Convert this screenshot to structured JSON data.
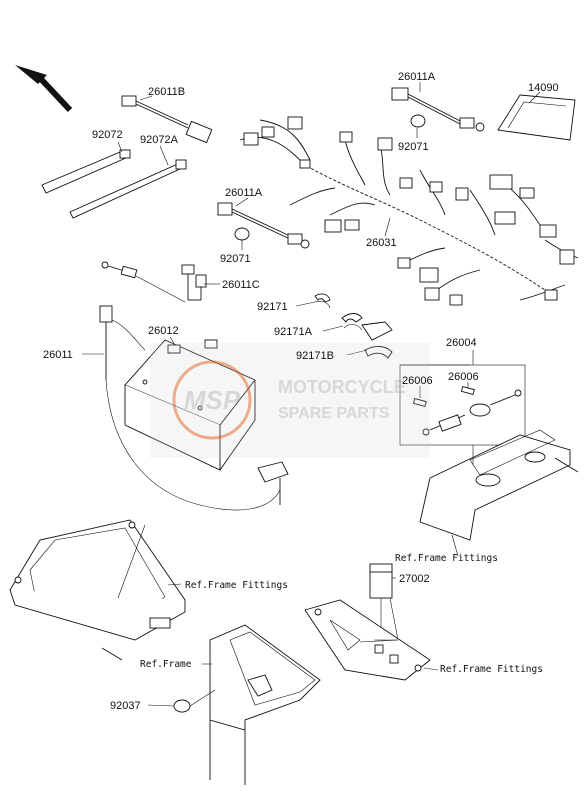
{
  "labels": {
    "p26011B": "26011B",
    "p26011A_top": "26011A",
    "p14090": "14090",
    "p92072": "92072",
    "p92072A": "92072A",
    "p92071_top": "92071",
    "p26011A_mid": "26011A",
    "p26031": "26031",
    "p92071_mid": "92071",
    "p26011C": "26011C",
    "p92171": "92171",
    "p92171A": "92171A",
    "p92171B": "92171B",
    "p26012": "26012",
    "p26011": "26011",
    "p26004": "26004",
    "p26006_a": "26006",
    "p26006_b": "26006",
    "p27002": "27002",
    "p92037": "92037"
  },
  "references": {
    "ref_frame_fittings_right": "Ref.Frame Fittings",
    "ref_frame_fittings_left": "Ref.Frame Fittings",
    "ref_frame_fittings_bottom": "Ref.Frame Fittings",
    "ref_frame": "Ref.Frame"
  },
  "watermark": {
    "logo": "MSP",
    "line1": "MOTORCYCLE",
    "line2": "SPARE PARTS",
    "color": "#e0672a"
  },
  "icons": {
    "direction_arrow": "front-direction-arrow-icon"
  }
}
